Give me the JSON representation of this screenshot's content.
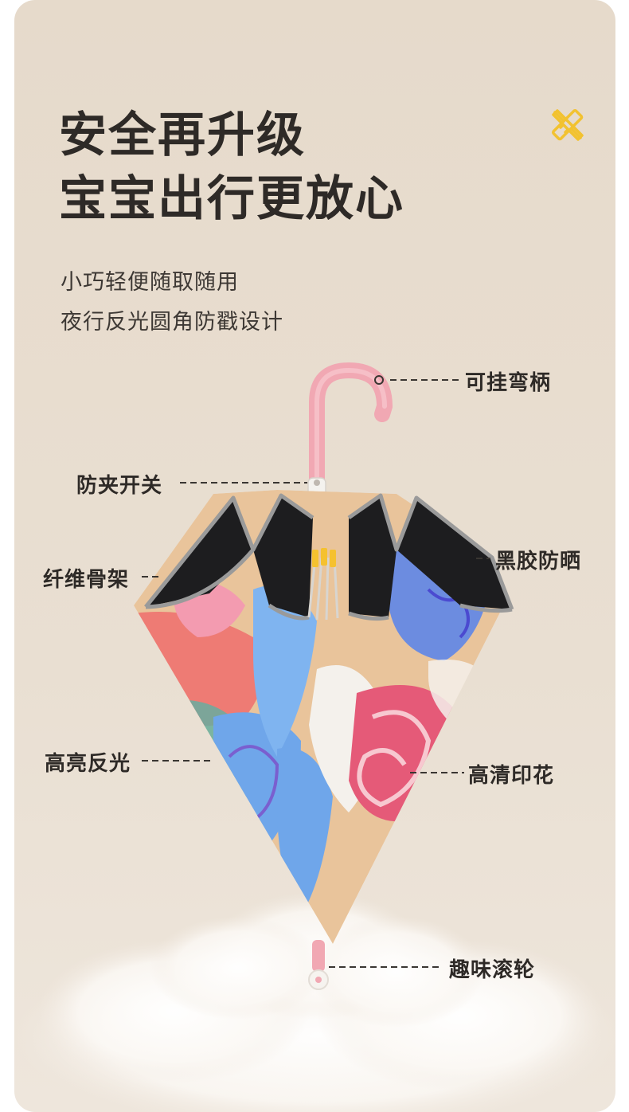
{
  "headline": {
    "line1": "安全再升级",
    "line2": "宝宝出行更放心"
  },
  "subtitle": {
    "line1": "小巧轻便随取随用",
    "line2": "夜行反光圆角防戳设计"
  },
  "features": {
    "hook_handle": "可挂弯柄",
    "anti_pinch": "防夹开关",
    "black_coating": "黑胶防晒",
    "fiber_frame": "纤维骨架",
    "reflective": "高亮反光",
    "hd_print": "高清印花",
    "wheel": "趣味滚轮"
  },
  "colors": {
    "background": "#e6dacb",
    "title": "#2e2a27",
    "icon_accent": "#f2c230",
    "handle_pink": "#f1a8b3",
    "canopy_black": "#1d1d1f",
    "reflective_gray": "#8f8f8f"
  },
  "icons": {
    "top_right": "ruler-pencil-icon"
  }
}
